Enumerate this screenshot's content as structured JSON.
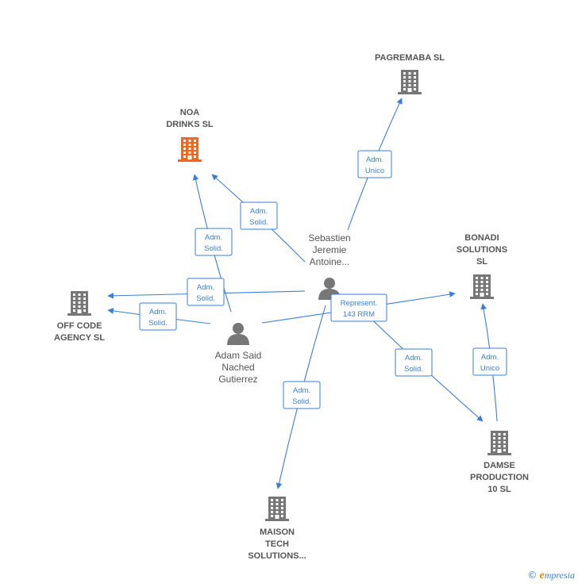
{
  "colors": {
    "edge": "#3a7fd5",
    "company": "#777777",
    "company_highlight": "#f26522",
    "person": "#777777"
  },
  "nodes": {
    "pagremaba": {
      "label": [
        "PAGREMABA SL"
      ],
      "kind": "company"
    },
    "noa": {
      "label": [
        "NOA",
        "DRINKS  SL"
      ],
      "kind": "company-highlight"
    },
    "bonadi": {
      "label": [
        "BONADI",
        "SOLUTIONS",
        "SL"
      ],
      "kind": "company"
    },
    "offcode": {
      "label": [
        "OFF CODE",
        "AGENCY  SL"
      ],
      "kind": "company"
    },
    "damse": {
      "label": [
        "DAMSE",
        "PRODUCTION",
        "10  SL"
      ],
      "kind": "company"
    },
    "maison": {
      "label": [
        "MAISON",
        "TECH",
        "SOLUTIONS..."
      ],
      "kind": "company"
    },
    "sebastien": {
      "label": [
        "Sebastien",
        "Jeremie",
        "Antoine..."
      ],
      "kind": "person"
    },
    "adam": {
      "label": [
        "Adam Said",
        "Nached",
        "Gutierrez"
      ],
      "kind": "person"
    }
  },
  "edges": [
    {
      "from": "sebastien",
      "to": "pagremaba",
      "label": [
        "Adm.",
        "Unico"
      ]
    },
    {
      "from": "sebastien",
      "to": "noa",
      "label": [
        "Adm.",
        "Solid."
      ]
    },
    {
      "from": "adam",
      "to": "noa",
      "label": [
        "Adm.",
        "Solid."
      ]
    },
    {
      "from": "sebastien",
      "to": "offcode",
      "label": [
        "Adm.",
        "Solid."
      ]
    },
    {
      "from": "adam",
      "to": "offcode",
      "label": [
        "Adm.",
        "Solid."
      ]
    },
    {
      "from": "adam",
      "to": "bonadi",
      "label": [
        "Represent.",
        "143 RRM"
      ]
    },
    {
      "from": "sebastien",
      "to": "damse",
      "label": [
        "Adm.",
        "Solid."
      ]
    },
    {
      "from": "damse",
      "to": "bonadi",
      "label": [
        "Adm.",
        "Unico"
      ]
    },
    {
      "from": "sebastien",
      "to": "maison",
      "label": [
        "Adm.",
        "Solid."
      ]
    }
  ],
  "footer": {
    "copyright": "©",
    "brand_initial": "e",
    "brand_rest": "mpresia"
  }
}
